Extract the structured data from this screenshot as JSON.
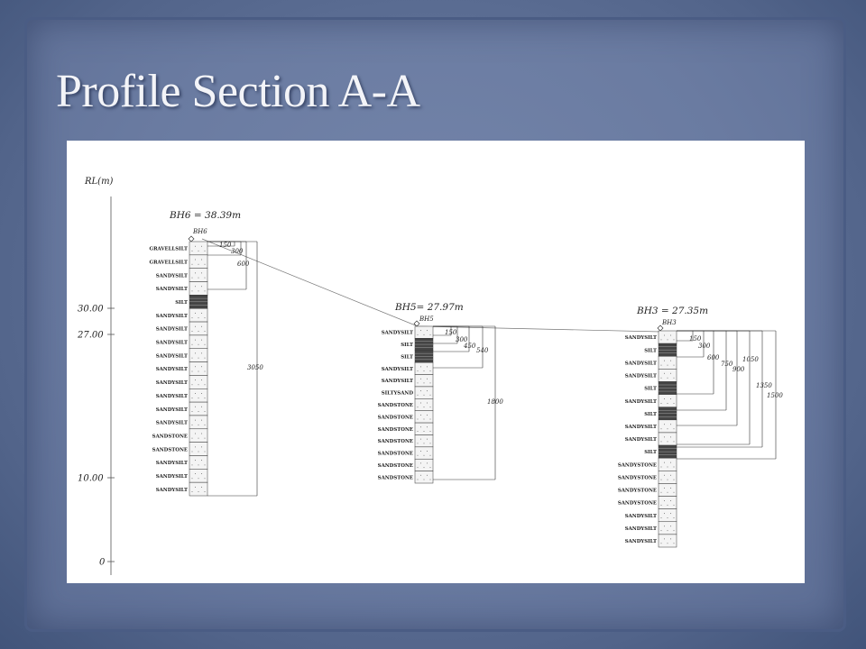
{
  "slide": {
    "title": "Profile Section A-A"
  },
  "diagram": {
    "axis_label": "RL(m)",
    "axis_ticks": [
      {
        "label": "30.00",
        "value": 30
      },
      {
        "label": "27.00",
        "value": 27
      },
      {
        "label": "10.00",
        "value": 10
      },
      {
        "label": "0",
        "value": 0
      }
    ],
    "boreholes": [
      {
        "name": "BH6",
        "caption": "BH6  =  38.39m",
        "tag": "BH6",
        "layers": [
          "GRAVELLSILT",
          "GRAVELLSILT",
          "SANDYSILT",
          "SANDYSILT",
          "SILT",
          "SANDYSILT",
          "SANDYSILT",
          "SANDYSILT",
          "SANDYSILT",
          "SANDYSILT",
          "SANDYSILT",
          "SANDYSILT",
          "SANDYSILT",
          "SANDYSILT",
          "SANDSTONE",
          "SANDSTONE",
          "SANDYSILT",
          "SANDYSILT",
          "SANDYSILT"
        ],
        "depths": [
          "150",
          "300",
          "600",
          "3050"
        ]
      },
      {
        "name": "BH5",
        "caption": "BH5=  27.97m",
        "tag": "BH5",
        "layers": [
          "SANDYSILT",
          "SILT",
          "SILT",
          "SANDYSILT",
          "SANDYSILT",
          "SILTYSAND",
          "SANDSTONE",
          "SANDSTONE",
          "SANDSTONE",
          "SANDSTONE",
          "SANDSTONE",
          "SANDSTONE",
          "SANDSTONE"
        ],
        "depths": [
          "150",
          "300",
          "450",
          "540",
          "1800"
        ]
      },
      {
        "name": "BH3",
        "caption": "BH3  =  27.35m",
        "tag": "BH3",
        "layers": [
          "SANDYSILT",
          "SILT",
          "SANDYSILT",
          "SANDYSILT",
          "SILT",
          "SANDYSILT",
          "SILT",
          "SANDYSILT",
          "SANDYSILT",
          "SILT",
          "SANDYSTONE",
          "SANDYSTONE",
          "SANDYSTONE",
          "SANDYSTONE",
          "SANDYSILT",
          "SANDYSILT",
          "SANDYSILT"
        ],
        "depths": [
          "150",
          "300",
          "600",
          "750",
          "900",
          "1050",
          "1350",
          "1500"
        ]
      }
    ]
  }
}
